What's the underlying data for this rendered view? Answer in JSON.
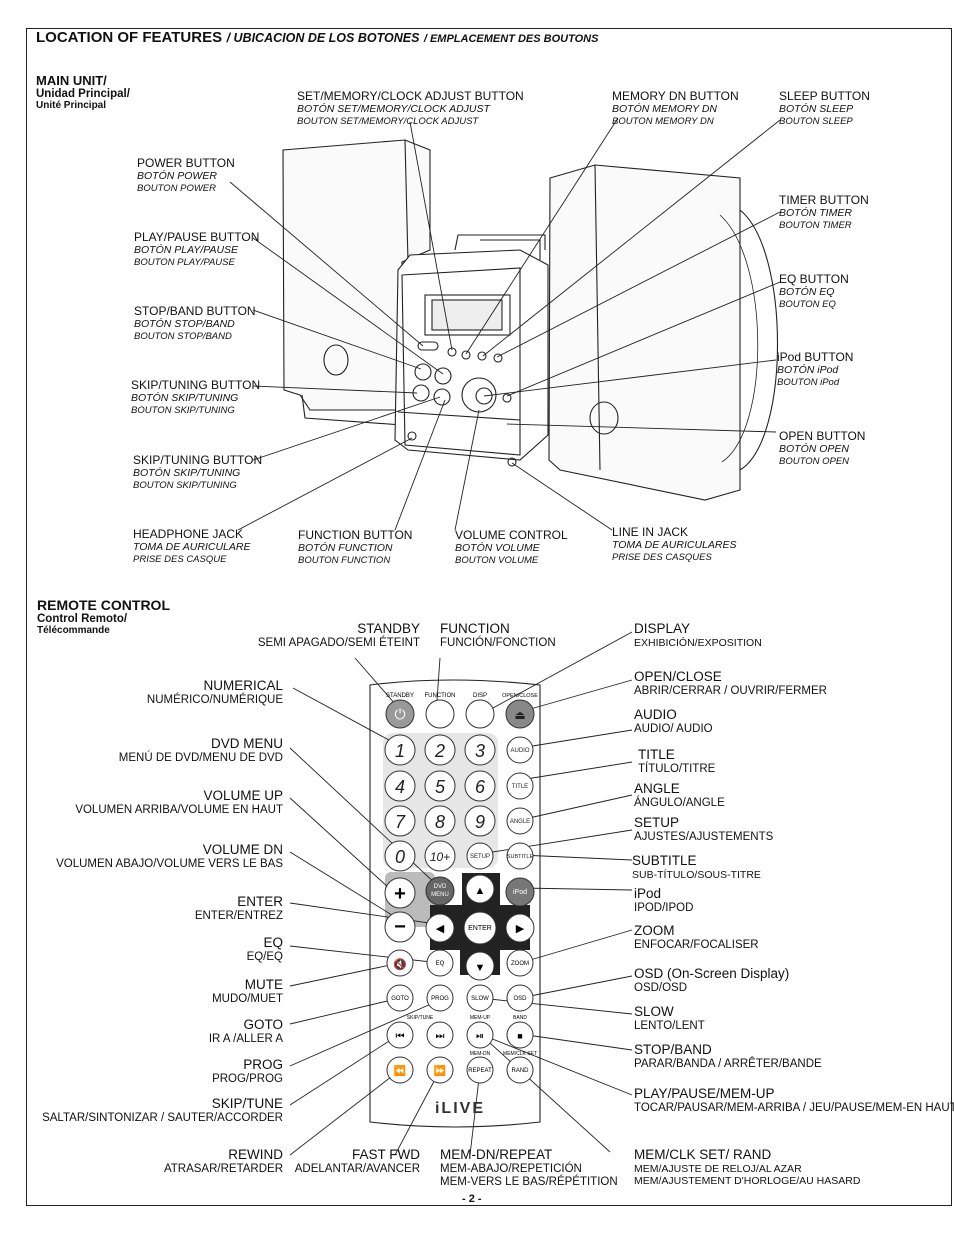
{
  "header": {
    "title": "LOCATION OF FEATURES",
    "title_es": "/ UBICACION DE LOS BOTONES",
    "title_fr": "/ EMPLACEMENT DES BOUTONS"
  },
  "main_unit": {
    "heading": "MAIN UNIT/",
    "heading_es": "Unidad Principal/",
    "heading_fr": "Unité Principal",
    "labels": {
      "set_memory": [
        "SET/MEMORY/CLOCK ADJUST BUTTON",
        "BOTÓN SET/MEMORY/CLOCK ADJUST",
        "BOUTON SET/MEMORY/CLOCK ADJUST"
      ],
      "memory_dn": [
        "MEMORY DN BUTTON",
        "BOTÓN MEMORY DN",
        "BOUTON MEMORY DN"
      ],
      "sleep": [
        "SLEEP BUTTON",
        "BOTÓN SLEEP",
        "BOUTON SLEEP"
      ],
      "power": [
        "POWER BUTTON",
        "BOTÓN POWER",
        "BOUTON POWER"
      ],
      "timer": [
        "TIMER BUTTON",
        "BOTÓN TIMER",
        "BOUTON TIMER"
      ],
      "play_pause": [
        "PLAY/PAUSE BUTTON",
        "BOTÓN PLAY/PAUSE",
        "BOUTON PLAY/PAUSE"
      ],
      "eq": [
        "EQ BUTTON",
        "BOTÓN EQ",
        "BOUTON EQ"
      ],
      "stop_band": [
        "STOP/BAND BUTTON",
        "BOTÓN STOP/BAND",
        "BOUTON STOP/BAND"
      ],
      "ipod": [
        "iPod BUTTON",
        "BOTÓN iPod",
        "BOUTON iPod"
      ],
      "skip1": [
        "SKIP/TUNING BUTTON",
        "BOTÓN SKIP/TUNING",
        "BOUTON SKIP/TUNING"
      ],
      "open": [
        "OPEN BUTTON",
        "BOTÓN OPEN",
        "BOUTON OPEN"
      ],
      "skip2": [
        "SKIP/TUNING BUTTON",
        "BOTÓN SKIP/TUNING",
        "BOUTON SKIP/TUNING"
      ],
      "headphone": [
        "HEADPHONE JACK",
        "TOMA DE AURICULARE",
        "PRISE DES CASQUE"
      ],
      "function": [
        "FUNCTION BUTTON",
        "BOTÓN FUNCTION",
        "BOUTON FUNCTION"
      ],
      "volume": [
        "VOLUME CONTROL",
        "BOTÓN VOLUME",
        "BOUTON VOLUME"
      ],
      "line_in": [
        "LINE IN JACK",
        "TOMA DE AURICULARES",
        "PRISE DES CASQUES"
      ]
    }
  },
  "remote": {
    "heading": "REMOTE CONTROL",
    "heading_es": "Control Remoto/",
    "heading_fr": "Télécommande",
    "labels": {
      "standby": [
        "STANDBY",
        "SEMI APAGADO/SEMI ÉTEINT"
      ],
      "function": [
        "FUNCTION",
        "FUNCIÓN/FONCTION"
      ],
      "display": [
        "DISPLAY",
        "EXHIBICIÓN/EXPOSITION"
      ],
      "numerical": [
        "NUMERICAL",
        "NUMÉRICO/NUMÉRIQUE"
      ],
      "open_close": [
        "OPEN/CLOSE",
        "ABRIR/CERRAR / OUVRIR/FERMER"
      ],
      "dvd_menu": [
        "DVD MENU",
        "MENÚ DE DVD/MENU DE DVD"
      ],
      "audio": [
        "AUDIO",
        "AUDIO/ AUDIO"
      ],
      "title": [
        "TITLE",
        "TÍTULO/TITRE"
      ],
      "volume_up": [
        "VOLUME UP",
        "VOLUMEN ARRIBA/VOLUME EN HAUT"
      ],
      "angle": [
        "ANGLE",
        "ÁNGULO/ANGLE"
      ],
      "setup": [
        "SETUP",
        "AJUSTES/AJUSTEMENTS"
      ],
      "volume_dn": [
        "VOLUME DN",
        "VOLUMEN ABAJO/VOLUME VERS LE BAS"
      ],
      "subtitle": [
        "SUBTITLE",
        "SUB-TÍTULO/SOUS-TITRE"
      ],
      "enter": [
        "ENTER",
        "ENTER/ENTREZ"
      ],
      "ipod": [
        "iPod",
        "IPOD/IPOD"
      ],
      "eq": [
        "EQ",
        "EQ/EQ"
      ],
      "zoom": [
        "ZOOM",
        "ENFOCAR/FOCALISER"
      ],
      "mute": [
        "MUTE",
        "MUDO/MUET"
      ],
      "osd": [
        "OSD (On-Screen Display)",
        "OSD/OSD"
      ],
      "goto": [
        "GOTO",
        "IR A /ALLER A"
      ],
      "slow": [
        "SLOW",
        "LENTO/LENT"
      ],
      "prog": [
        "PROG",
        "PROG/PROG"
      ],
      "stop_band": [
        "STOP/BAND",
        "PARAR/BANDA / ARRÊTER/BANDE"
      ],
      "skip_tune": [
        "SKIP/TUNE",
        "SALTAR/SINTONIZAR / SAUTER/ACCORDER"
      ],
      "play_pause": [
        "PLAY/PAUSE/MEM-UP",
        "TOCAR/PAUSAR/MEM-ARRIBA / JEU/PAUSE/MEM-EN HAUT"
      ],
      "rewind": [
        "REWIND",
        "ATRASAR/RETARDER"
      ],
      "fast_fwd": [
        "FAST FWD",
        "ADELANTAR/AVANCER"
      ],
      "mem_dn": [
        "MEM-DN/REPEAT",
        "MEM-ABAJO/REPETICIÓN",
        "MEM-VERS LE BAS/RÉPÉTITION"
      ],
      "mem_clk": [
        "MEM/CLK SET/ RAND",
        "MEM/AJUSTE DE RELOJ/AL AZAR",
        "MEM/AJUSTEMENT D'HORLOGE/AU HASARD"
      ]
    },
    "keys": {
      "top": [
        "STANDBY",
        "FUNCTION",
        "DISP",
        "OPEN/CLOSE"
      ],
      "digits": [
        "1",
        "2",
        "3",
        "4",
        "5",
        "6",
        "7",
        "8",
        "9",
        "0",
        "10+"
      ],
      "side": [
        "AUDIO",
        "TITLE",
        "ANGLE",
        "SETUP",
        "SUBTITLE"
      ],
      "dvd_menu": [
        "DVD",
        "MENU"
      ],
      "enter": "ENTER",
      "ipod": "iPod",
      "eq": "EQ",
      "zoom": "ZOOM",
      "row1": [
        "GOTO",
        "PROG",
        "SLOW",
        "OSD"
      ],
      "skip_tune": "SKIP/TUNE",
      "mem_up": "MEM-UP",
      "band": "BAND",
      "mem_dn": "MEM-DN",
      "mem_clk": "MEM/CLK SET",
      "repeat": "REPEAT",
      "rand": "RAND",
      "brand": "iLIVE"
    }
  },
  "page_number": "- 2 -"
}
